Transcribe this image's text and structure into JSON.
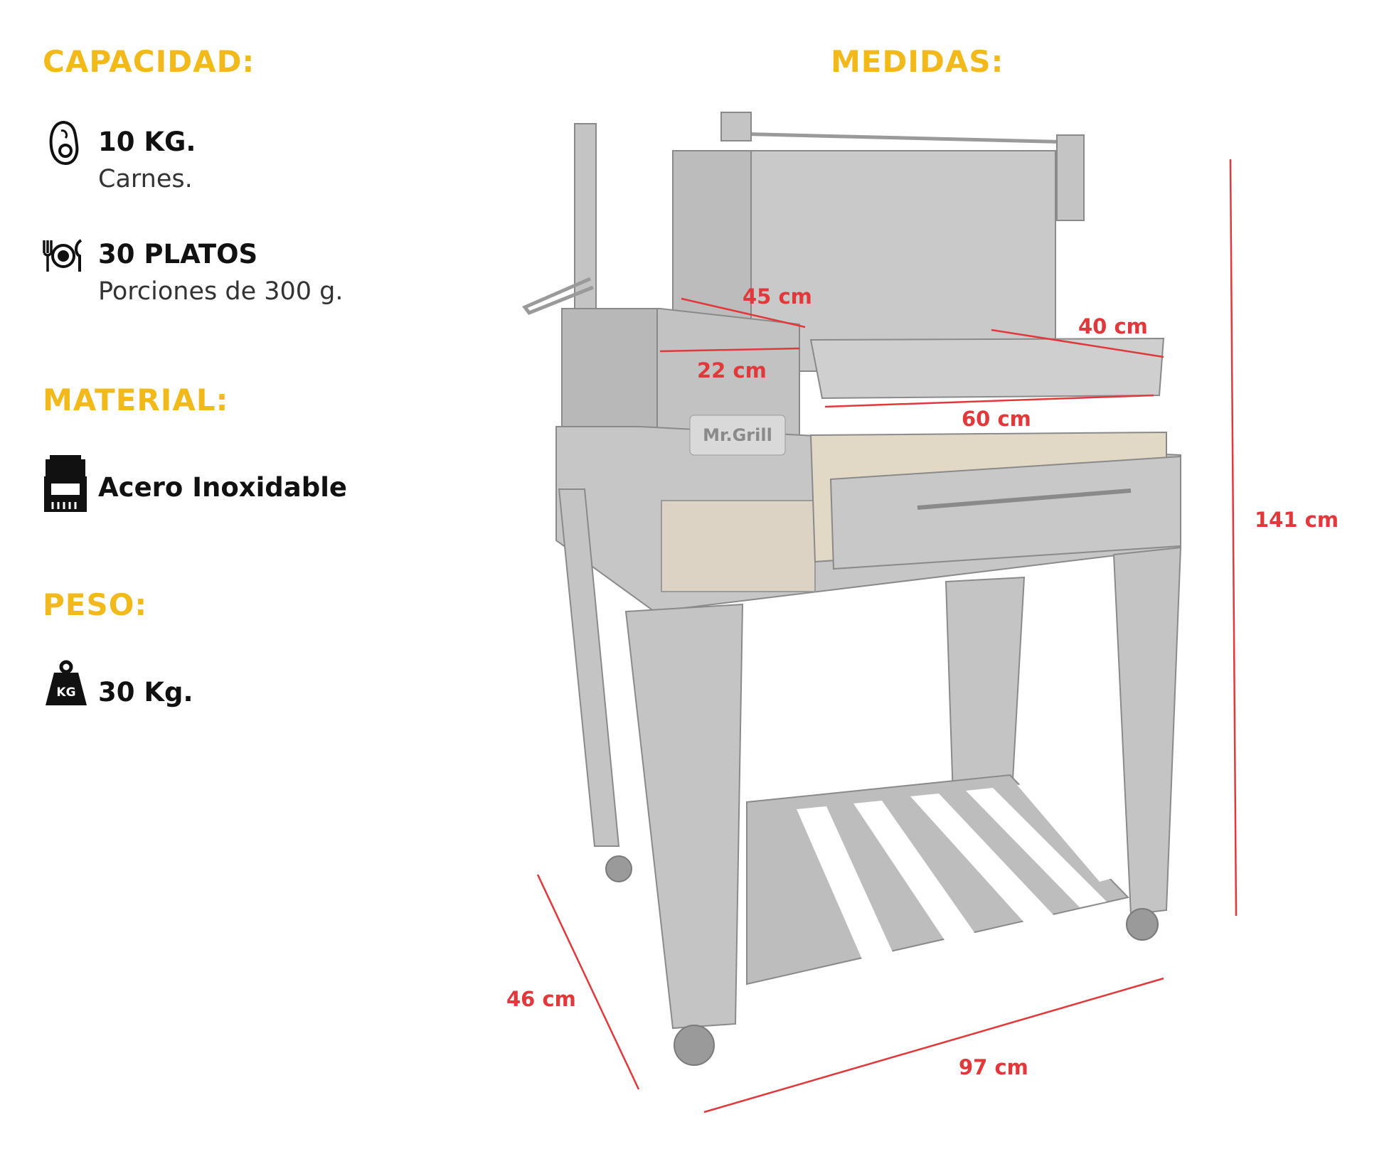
{
  "capacity": {
    "heading": "CAPACIDAD:",
    "items": [
      {
        "icon": "meat-steak-icon",
        "title": "10 KG.",
        "subtitle": "Carnes."
      },
      {
        "icon": "plate-cutlery-icon",
        "title": "30 PLATOS",
        "subtitle": "Porciones de 300 g."
      }
    ]
  },
  "material": {
    "heading": "MATERIAL:",
    "icon": "grill-icon",
    "value": "Acero Inoxidable"
  },
  "weight": {
    "heading": "PESO:",
    "icon": "kg-weight-icon",
    "icon_label": "KG",
    "value": "30 Kg."
  },
  "measures": {
    "heading": "MEDIDAS:",
    "brand": "Mr.Grill",
    "dimensions": {
      "side_depth": "45 cm",
      "side_front": "22 cm",
      "grill_depth": "40 cm",
      "grill_width": "60 cm",
      "height": "141 cm",
      "depth": "46 cm",
      "width": "97 cm"
    }
  },
  "colors": {
    "heading": "#f2b91b",
    "dimension": "#e0383b",
    "product": "#bdbdbd"
  }
}
